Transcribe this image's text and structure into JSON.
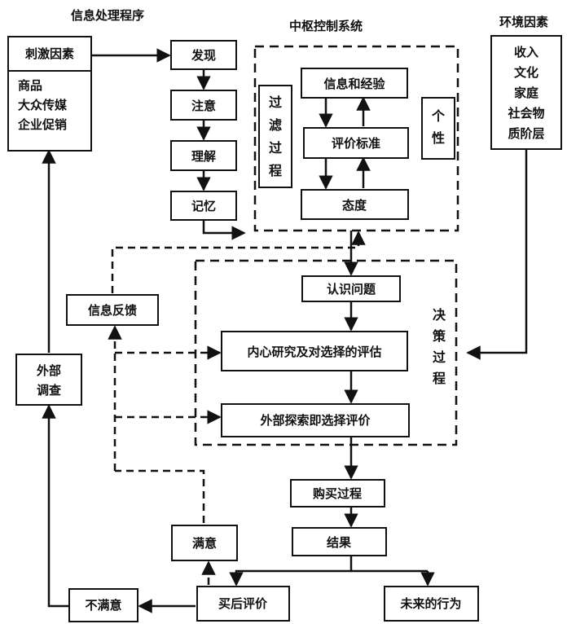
{
  "titles": {
    "info_process": "信息处理程序",
    "central_control": "中枢控制系统",
    "environment": "环境因素"
  },
  "stimulus": {
    "header": "刺激因素",
    "items": [
      "商品",
      "大众传媒",
      "企业促销"
    ]
  },
  "info_steps": [
    "发现",
    "注意",
    "理解",
    "记忆"
  ],
  "central": {
    "info_experience": "信息和经验",
    "evaluation_criteria": "评价标准",
    "attitude": "态度",
    "filter": [
      "过",
      "滤",
      "过",
      "程"
    ],
    "personality": [
      "个",
      "性"
    ]
  },
  "environment": {
    "items": [
      "收入",
      "文化",
      "家庭",
      "社会物",
      "质阶层"
    ]
  },
  "decision": {
    "label": [
      "决",
      "策",
      "过",
      "程"
    ],
    "recognize": "认识问题",
    "internal": "内心研究及对选择的评估",
    "external": "外部探索即选择评价"
  },
  "feedback": "信息反馈",
  "external_survey": [
    "外部",
    "调查"
  ],
  "purchase": "购买过程",
  "result": "结果",
  "post_eval": "买后评价",
  "satisfied": "满意",
  "unsatisfied": "不满意",
  "future": "未来的行为"
}
